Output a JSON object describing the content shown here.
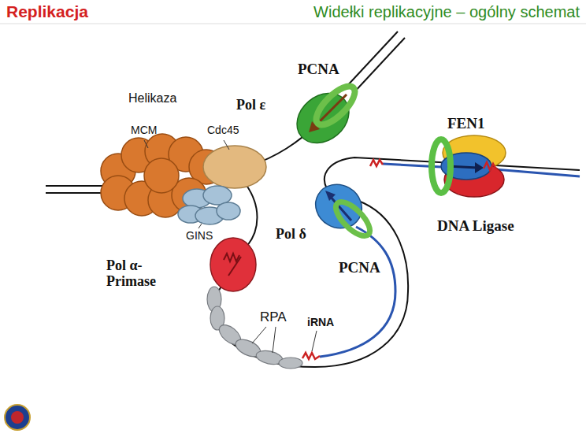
{
  "diagram": {
    "title": "Widełki replikacyjne – ogólny schemat",
    "labels": [
      "Replikacja",
      "PCNA",
      "Pol ε",
      "Helikaza",
      "MCM",
      "Cdc45",
      "FEN1",
      "GINS",
      "Pol δ",
      "DNA Ligase",
      "Pol α- Primase",
      "PCNA",
      "RPA",
      "iRNA"
    ]
  }
}
